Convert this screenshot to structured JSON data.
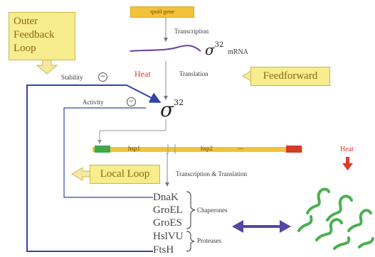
{
  "boxes": {
    "outer_feedback": "Outer\nFeedback\nLoop",
    "feedforward": "Feedforward",
    "local_loop": "Local Loop",
    "gene": "rpoH gene"
  },
  "labels": {
    "transcription": "Transcription",
    "mrna": "mRNA",
    "translation": "Translation",
    "heat_top": "Heat",
    "heat_right": "Heat",
    "stability": "Stability",
    "activity": "Activity",
    "minus": "−",
    "transcription_translation": "Transcription & Translation",
    "hsp1": "hsp1",
    "hsp2": "hsp2",
    "dots": "...",
    "chaperones": "Chaperones",
    "proteases": "Proteases"
  },
  "sigma": {
    "symbol": "σ",
    "superscript": "32"
  },
  "genes": [
    "DnaK",
    "GroEL",
    "GroES",
    "HslVU",
    "FtsH"
  ],
  "colors": {
    "box_fill": "#f7ec8e",
    "box_border": "#c9b84a",
    "box_text": "#8a6a10",
    "feedback_line": "#3344aa",
    "heat": "#e03a2a",
    "arrow_fill": "#f5e9a2",
    "mrna": "#6a3fa0",
    "protein": "#4caf50"
  }
}
